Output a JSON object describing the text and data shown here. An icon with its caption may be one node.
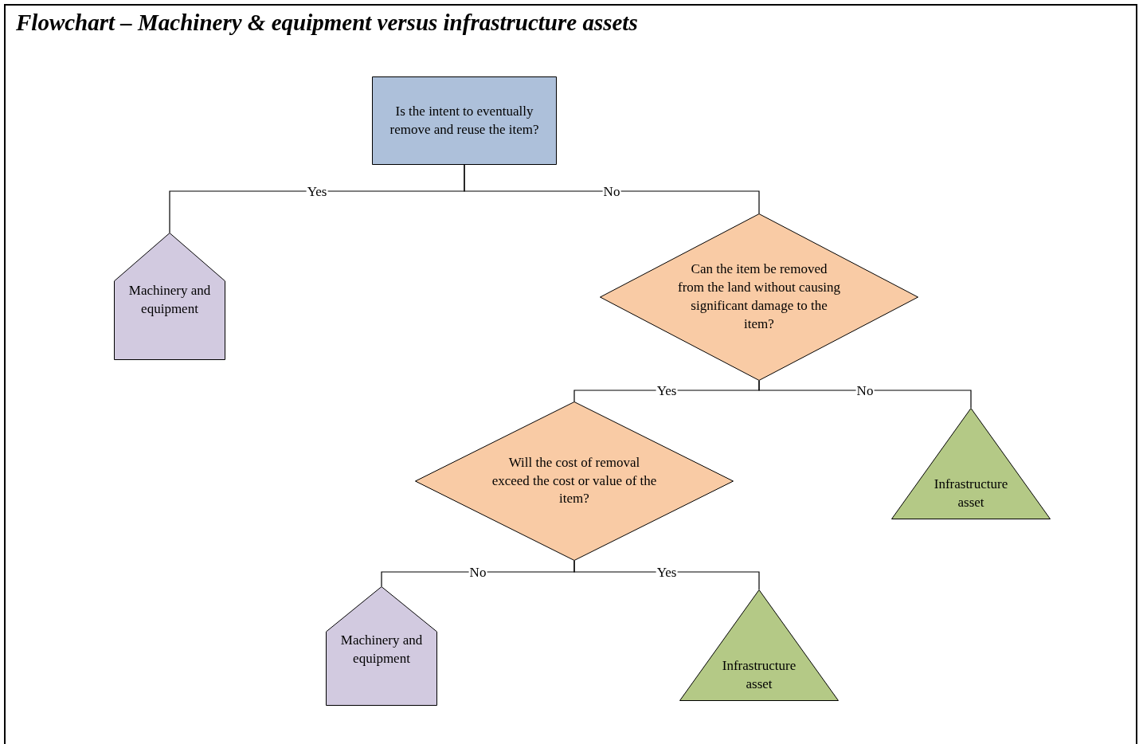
{
  "diagram": {
    "title": "Flowchart – Machinery & equipment versus infrastructure assets",
    "nodes": [
      {
        "text": [
          "Is the intent to eventually remove and reuse the item?"
        ]
      },
      {
        "text": [
          "Machinery and equipment"
        ]
      },
      {
        "text": [
          "Can the item be removed from the land without causing significant damage to the item?"
        ]
      },
      {
        "text": [
          "Infrastructure asset"
        ]
      },
      {
        "text": [
          "Will the cost of removal exceed the cost or value of the item?"
        ]
      },
      {
        "text": [
          "Machinery and equipment"
        ]
      },
      {
        "text": [
          "Infrastructure asset"
        ]
      }
    ],
    "edges": [
      {
        "from": 0,
        "to": 1,
        "arrow": "none",
        "label": "Yes"
      },
      {
        "from": 0,
        "to": 2,
        "arrow": "none",
        "label": "No"
      },
      {
        "from": 2,
        "to": 4,
        "arrow": "none",
        "label": "Yes"
      },
      {
        "from": 2,
        "to": 3,
        "arrow": "none",
        "label": "No"
      },
      {
        "from": 4,
        "to": 5,
        "arrow": "none",
        "label": "No"
      },
      {
        "from": 4,
        "to": 6,
        "arrow": "none",
        "label": "Yes"
      }
    ]
  }
}
